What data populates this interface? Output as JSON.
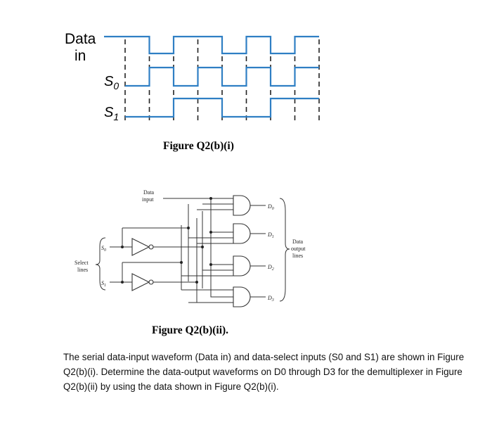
{
  "timing_figure": {
    "data_label_line1": "Data",
    "data_label_line2": "in",
    "s0_label": "S",
    "s0_sub": "0",
    "s1_label": "S",
    "s1_sub": "1",
    "caption": "Figure Q2(b)(i)",
    "wave_color": "#2f7fc4",
    "data_in_levels": [
      1,
      0,
      1,
      1,
      0,
      1,
      0,
      1
    ],
    "s0_levels": [
      0,
      1,
      0,
      1,
      0,
      1,
      0,
      1
    ],
    "s1_levels": [
      0,
      0,
      1,
      1,
      0,
      0,
      1,
      1
    ]
  },
  "circuit_figure": {
    "data_input_line1": "Data",
    "data_input_line2": "input",
    "select_lines_line1": "Select",
    "select_lines_line2": "lines",
    "s0": "S",
    "s0_sub": "0",
    "s1": "S",
    "s1_sub": "1",
    "outputs": [
      {
        "name": "D",
        "sub": "0"
      },
      {
        "name": "D",
        "sub": "1"
      },
      {
        "name": "D",
        "sub": "2"
      },
      {
        "name": "D",
        "sub": "3"
      }
    ],
    "data_output_line1": "Data",
    "data_output_line2": "output",
    "data_output_line3": "lines",
    "caption": "Figure Q2(b)(ii)."
  },
  "question": "The serial data-input waveform (Data in) and data-select inputs (S0 and S1) are shown in Figure Q2(b)(i). Determine the data-output waveforms on D0 through D3 for the demultiplexer in Figure Q2(b)(ii) by using the data shown in Figure Q2(b)(i)."
}
